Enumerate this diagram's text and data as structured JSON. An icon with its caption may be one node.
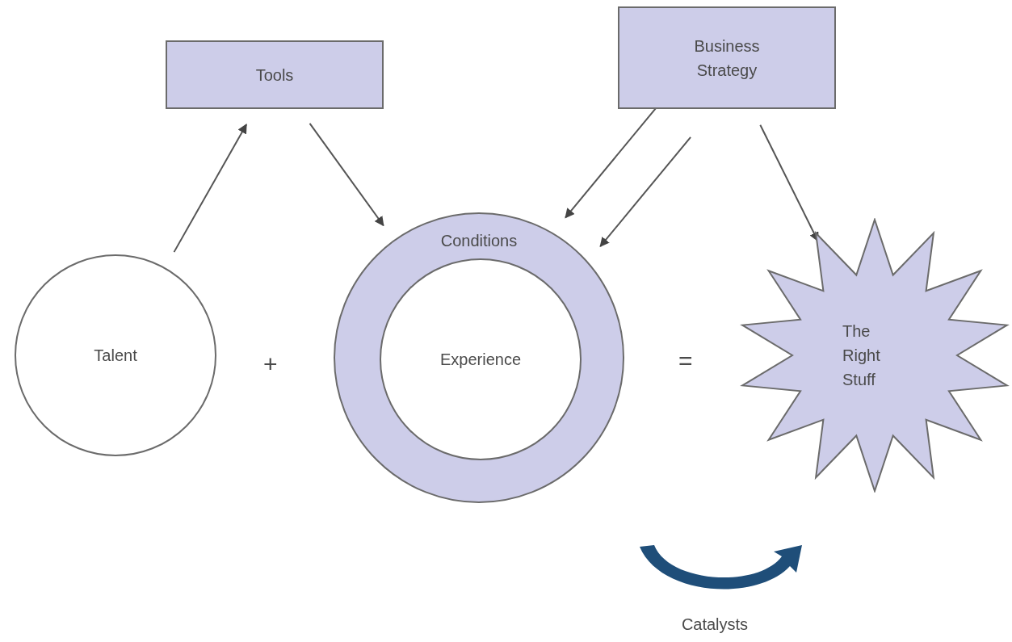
{
  "diagram": {
    "nodes": [
      {
        "text": [
          "Tools"
        ]
      },
      {
        "text": [
          "Business Strategy"
        ]
      },
      {
        "text": [
          "Talent"
        ]
      },
      {
        "text": [
          "Conditions"
        ]
      },
      {
        "text": [
          "Experience"
        ],
        "in": 3
      },
      {
        "text": [
          "The Right Stuff"
        ]
      }
    ],
    "edges": [
      {
        "from": 2,
        "to": 0,
        "arrow": "to"
      },
      {
        "from": 0,
        "to": 3,
        "arrow": "to"
      },
      {
        "from": 1,
        "to": 3,
        "arrow": "to"
      },
      {
        "from": 1,
        "to": 3,
        "arrow": "to"
      },
      {
        "from": 1,
        "to": 5,
        "arrow": "to"
      }
    ],
    "labels": [
      "+",
      "=",
      "Catalysts"
    ]
  }
}
